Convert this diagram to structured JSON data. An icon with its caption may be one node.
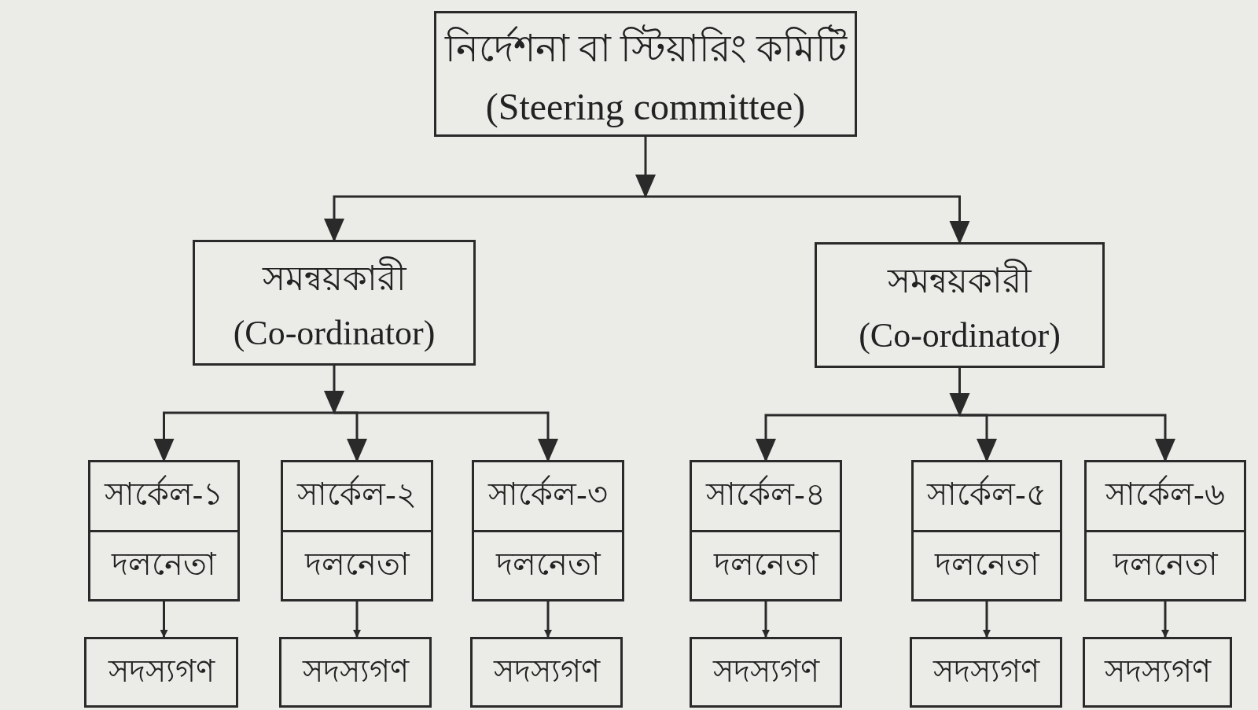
{
  "diagram": {
    "nodes": [
      {
        "text": [
          "নির্দেশনা বা স্টিয়ারিং কমিটি",
          "(Steering committee)"
        ]
      },
      {
        "text": [
          "সমন্বয়কারী",
          "(Co-ordinator)"
        ]
      },
      {
        "text": [
          "সমন্বয়কারী",
          "(Co-ordinator)"
        ]
      },
      {
        "text": [
          "সার্কেল-১",
          "দলনেতা"
        ]
      },
      {
        "text": [
          "সার্কেল-২",
          "দলনেতা"
        ]
      },
      {
        "text": [
          "সার্কেল-৩",
          "দলনেতা"
        ]
      },
      {
        "text": [
          "সার্কেল-৪",
          "দলনেতা"
        ]
      },
      {
        "text": [
          "সার্কেল-৫",
          "দলনেতা"
        ]
      },
      {
        "text": [
          "সার্কেল-৬",
          "দলনেতা"
        ]
      },
      {
        "text": [
          "সদস্যগণ"
        ]
      },
      {
        "text": [
          "সদস্যগণ"
        ]
      },
      {
        "text": [
          "সদস্যগণ"
        ]
      },
      {
        "text": [
          "সদস্যগণ"
        ]
      },
      {
        "text": [
          "সদস্যগণ"
        ]
      },
      {
        "text": [
          "সদস্যগণ"
        ]
      }
    ],
    "edges": [
      {
        "from": 0,
        "to": 1,
        "arrow": "to"
      },
      {
        "from": 0,
        "to": 2,
        "arrow": "to"
      },
      {
        "from": 1,
        "to": 3,
        "arrow": "to"
      },
      {
        "from": 1,
        "to": 4,
        "arrow": "to"
      },
      {
        "from": 1,
        "to": 5,
        "arrow": "to"
      },
      {
        "from": 2,
        "to": 6,
        "arrow": "to"
      },
      {
        "from": 2,
        "to": 7,
        "arrow": "to"
      },
      {
        "from": 2,
        "to": 8,
        "arrow": "to"
      },
      {
        "from": 3,
        "to": 9,
        "arrow": "to"
      },
      {
        "from": 4,
        "to": 10,
        "arrow": "to"
      },
      {
        "from": 5,
        "to": 11,
        "arrow": "to"
      },
      {
        "from": 6,
        "to": 12,
        "arrow": "to"
      },
      {
        "from": 7,
        "to": 13,
        "arrow": "to"
      },
      {
        "from": 8,
        "to": 14,
        "arrow": "to"
      }
    ]
  }
}
